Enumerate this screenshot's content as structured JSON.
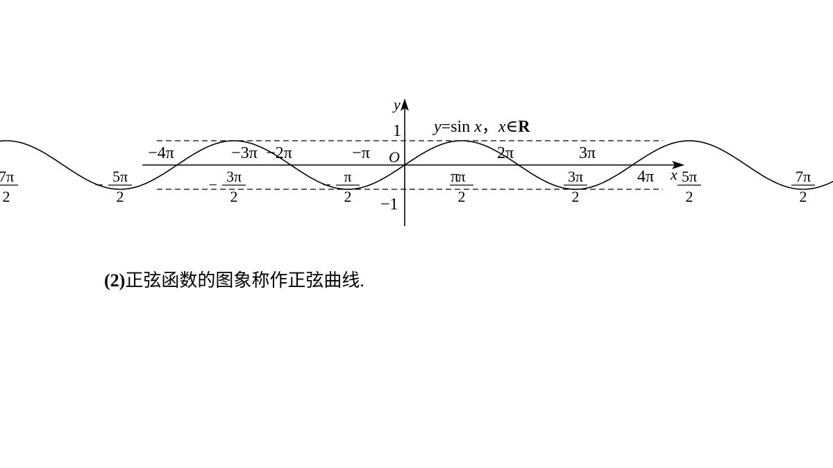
{
  "chart_data": {
    "type": "line",
    "title": "",
    "annotation": {
      "y": "y",
      "eq": "=sin",
      "x": "x",
      "comma": "，",
      "x2": "x",
      "in": "∈",
      "R": "R"
    },
    "xlabel": "x",
    "ylabel": "y",
    "origin_label": "O",
    "y_ticks": {
      "one": "1",
      "neg_one": "−1"
    },
    "x_range_pi": [
      -4.4,
      4.2
    ],
    "y_range": [
      -1,
      1
    ],
    "series": [
      {
        "function": "sin",
        "x_from_pi": -4.2,
        "x_to_pi": 4.2,
        "samples": 400
      }
    ],
    "reference_lines": [
      1,
      -1
    ],
    "pi_tick_labels": [
      {
        "value_pi": -4,
        "text": "−4π"
      },
      {
        "value_pi": -3,
        "text": "−3π"
      },
      {
        "value_pi": -2,
        "text": "−2π"
      },
      {
        "value_pi": -1,
        "text": "−π"
      },
      {
        "value_pi": 2,
        "text": "2π"
      },
      {
        "value_pi": 3,
        "text": "3π"
      },
      {
        "value_pi": 1,
        "text": "π"
      },
      {
        "value_pi": 4,
        "text": "4π"
      }
    ],
    "fraction_tick_labels": [
      {
        "value_pi": -3.5,
        "num": "7π",
        "den": "2",
        "sign": "−"
      },
      {
        "value_pi": -2.5,
        "num": "5π",
        "den": "2",
        "sign": "−"
      },
      {
        "value_pi": -1.5,
        "num": "3π",
        "den": "2",
        "sign": "−"
      },
      {
        "value_pi": -0.5,
        "num": "π",
        "den": "2",
        "sign": "−"
      },
      {
        "value_pi": 0.5,
        "num": "π",
        "den": "2",
        "sign": ""
      },
      {
        "value_pi": 1.5,
        "num": "3π",
        "den": "2",
        "sign": ""
      },
      {
        "value_pi": 2.5,
        "num": "5π",
        "den": "2",
        "sign": ""
      },
      {
        "value_pi": 3.5,
        "num": "7π",
        "den": "2",
        "sign": ""
      }
    ]
  },
  "caption": {
    "number": "(2)",
    "text": "正弦函数的图象称作正弦曲线."
  }
}
